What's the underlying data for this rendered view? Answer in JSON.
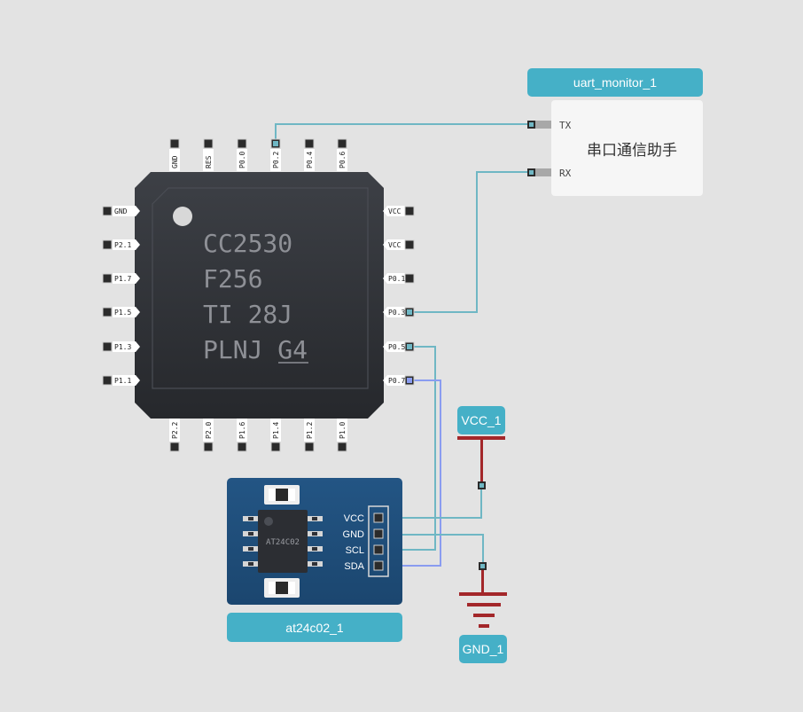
{
  "mcu": {
    "marking": [
      "CC2530",
      "F256",
      "TI 28J",
      "PLNJ G4"
    ],
    "top_pins": [
      "GND",
      "RES",
      "P0.0",
      "P0.2",
      "P0.4",
      "P0.6"
    ],
    "bottom_pins": [
      "P2.2",
      "P2.0",
      "P1.6",
      "P1.4",
      "P1.2",
      "P1.0"
    ],
    "left_pins": [
      "GND",
      "P2.1",
      "P1.7",
      "P1.5",
      "P1.3",
      "P1.1"
    ],
    "right_pins": [
      "VCC",
      "VCC",
      "P0.1",
      "P0.3",
      "P0.5",
      "P0.7"
    ]
  },
  "uart": {
    "name": "uart_monitor_1",
    "title": "串口通信助手",
    "tx_label": "TX",
    "rx_label": "RX"
  },
  "eeprom": {
    "name": "at24c02_1",
    "chip_label": "AT24C02",
    "pins": [
      "VCC",
      "GND",
      "SCL",
      "SDA"
    ]
  },
  "power": {
    "vcc_name": "VCC_1",
    "gnd_name": "GND_1"
  },
  "colors": {
    "wire_teal": "#6fb7c4",
    "wire_blue": "#8a9cf0",
    "power_red": "#a3272a",
    "tag_bg": "#45b0c7",
    "board_blue": "#1e4d7e"
  }
}
